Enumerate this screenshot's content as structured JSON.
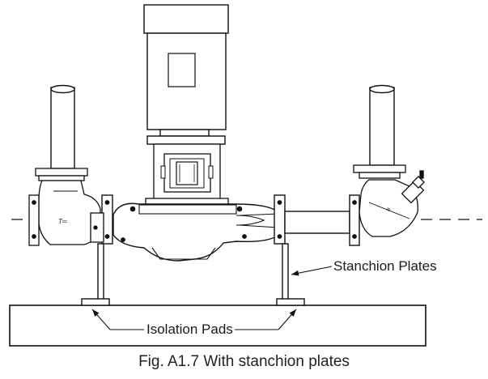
{
  "labels": {
    "stanchion": "Stanchion Plates",
    "isolation": "Isolation Pads"
  },
  "caption": "Fig. A1.7  With stanchion plates"
}
